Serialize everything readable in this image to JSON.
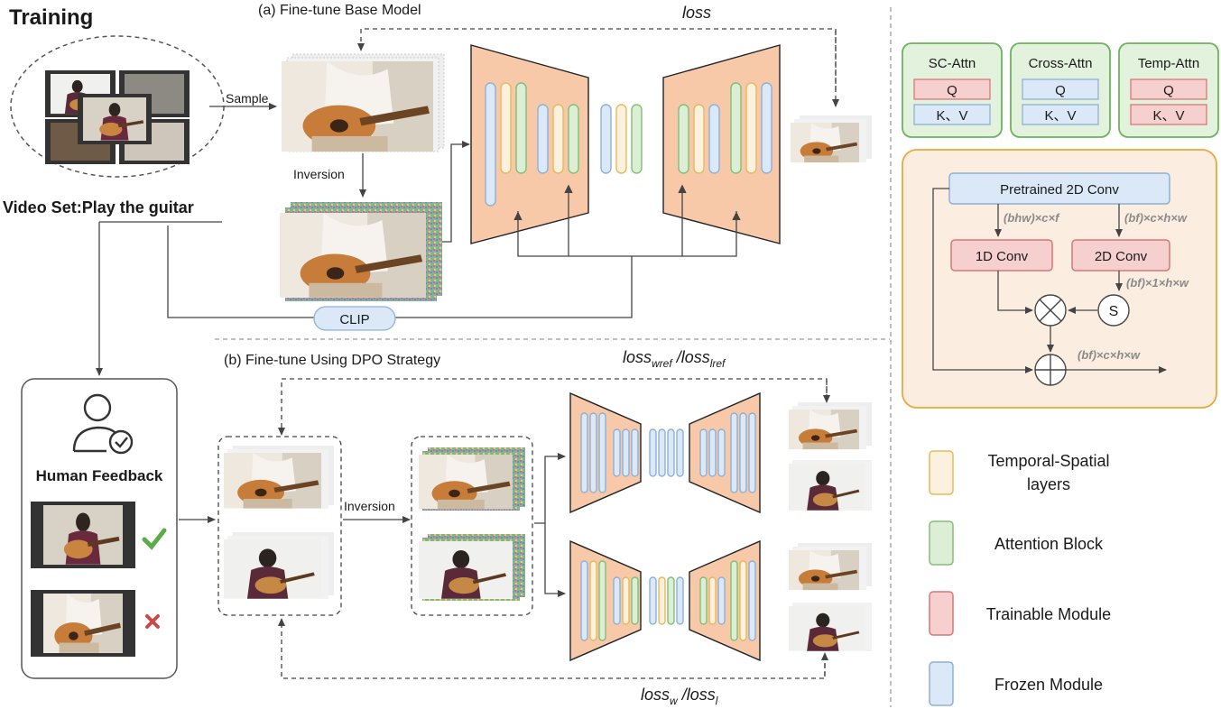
{
  "colors": {
    "frozen_fill": "#dbe8f7",
    "frozen_stroke": "#8fb0d6",
    "trainable_fill": "#f6cfcf",
    "trainable_stroke": "#d9777a",
    "attention_fill": "#dcefd6",
    "attention_stroke": "#82bf73",
    "temporal_fill": "#fcf0df",
    "temporal_stroke": "#e8b95a",
    "unet_fill": "#f7c9a8",
    "unet_stroke": "#222222",
    "conv_box_fill": "#fbeee0",
    "conv_box_stroke": "#e8a93a",
    "attn_box_fill": "#e3f2dc",
    "attn_box_stroke": "#6bb35d",
    "check": "#5cad4a",
    "cross": "#c94a4a"
  },
  "icons": [
    "film-strip-icon",
    "person-check-icon",
    "check-icon",
    "cross-icon",
    "multiply-icon",
    "add-icon"
  ],
  "title": "Training",
  "video_set_label": "Video Set:Play the guitar",
  "section_a_title": "(a) Fine-tune Base Model",
  "section_b_title": "(b) Fine-tune Using DPO Strategy",
  "sample_label": "Sample",
  "inversion_label_a": "Inversion",
  "inversion_label_b": "Inversion",
  "clip_label": "CLIP",
  "loss_label": "loss",
  "loss_top_b": {
    "a": "loss",
    "a_sub": "wref",
    "sep": " /",
    "b": "loss",
    "b_sub": "lref"
  },
  "loss_bottom_b": {
    "a": "loss",
    "a_sub": "w",
    "sep": " /",
    "b": "loss",
    "b_sub": "l"
  },
  "human_feedback_label": "Human Feedback",
  "attention_modules": [
    {
      "title": "SC-Attn",
      "row1": "Q",
      "row2": "K、V",
      "row1_trainable": true,
      "row2_trainable": false
    },
    {
      "title": "Cross-Attn",
      "row1": "Q",
      "row2": "K、V",
      "row1_trainable": false,
      "row2_trainable": false
    },
    {
      "title": "Temp-Attn",
      "row1": "Q",
      "row2": "K、V",
      "row1_trainable": true,
      "row2_trainable": true
    }
  ],
  "conv_module": {
    "pretrained": "Pretrained 2D Conv",
    "conv1d": "1D Conv",
    "conv2d": "2D Conv",
    "s": "S",
    "dim_left": "(bhw)×c×f",
    "dim_right": "(bf)×c×h×w",
    "dim_s": "(bf)×1×h×w",
    "dim_out": "(bf)×c×h×w"
  },
  "legend": [
    {
      "label": "Temporal-Spatial layers",
      "lines": [
        "Temporal-Spatial",
        "layers"
      ],
      "kind": "temporal"
    },
    {
      "label": "Attention Block",
      "lines": [
        "Attention Block"
      ],
      "kind": "attention"
    },
    {
      "label": "Trainable Module",
      "lines": [
        "Trainable Module"
      ],
      "kind": "trainable"
    },
    {
      "label": "Frozen Module",
      "lines": [
        "Frozen Module"
      ],
      "kind": "frozen"
    }
  ]
}
